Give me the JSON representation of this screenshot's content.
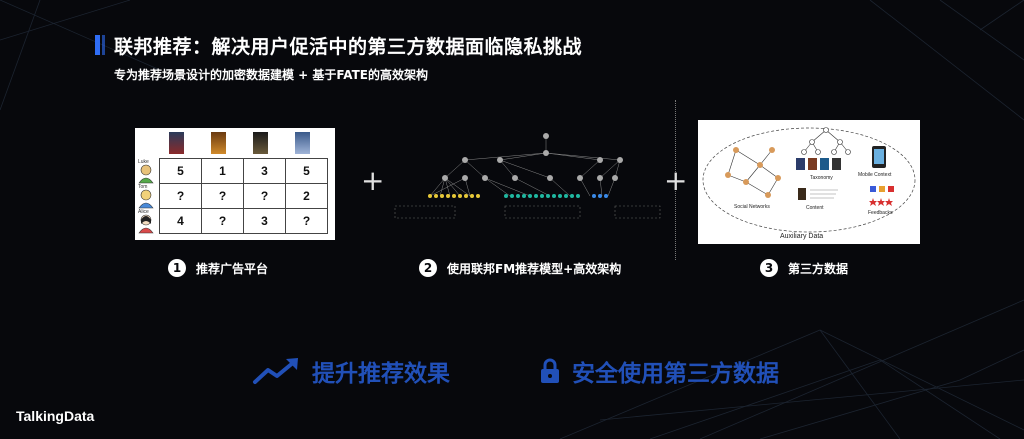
{
  "header": {
    "title": "联邦推荐：解决用户促活中的第三方数据面临隐私挑战",
    "subtitle": "专为推荐场景设计的加密数据建模 + 基于FATE的高效架构"
  },
  "matrix": {
    "users": [
      "Luke",
      "Tom",
      "Alice"
    ],
    "rows": [
      [
        "5",
        "1",
        "3",
        "5"
      ],
      [
        "?",
        "?",
        "?",
        "2"
      ],
      [
        "4",
        "?",
        "3",
        "?"
      ]
    ]
  },
  "diagram_labels": {
    "auxiliary_caption": "Auxiliary Data",
    "social_networks": "Social Networks",
    "taxonomy": "Taxonomy",
    "mobile_context": "Mobile Context",
    "content": "Content",
    "feedbacks": "Feedbacks"
  },
  "plus_sign": "+",
  "steps": [
    {
      "num": "1",
      "label": "推荐广告平台"
    },
    {
      "num": "2",
      "label": "使用联邦FM推荐模型+高效架构"
    },
    {
      "num": "3",
      "label": "第三方数据"
    }
  ],
  "benefits": [
    {
      "label": "提升推荐效果",
      "icon": "trend-up-icon"
    },
    {
      "label": "安全使用第三方数据",
      "icon": "lock-icon"
    }
  ],
  "brand": {
    "logo_text": "TalkingData"
  },
  "colors": {
    "accent": "#2f6df5",
    "benefit": "#2150b8",
    "background": "#07080c"
  }
}
